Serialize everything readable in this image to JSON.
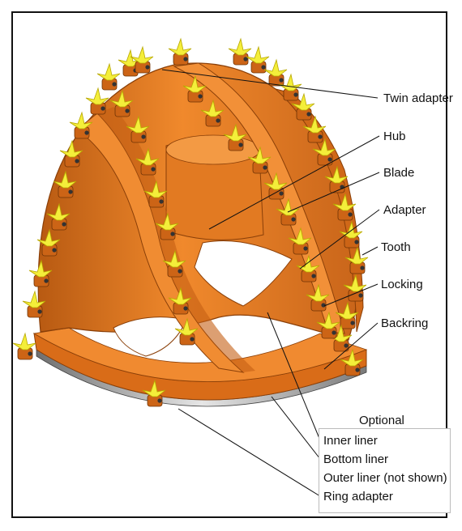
{
  "labels": {
    "twin_adapter": "Twin adapter",
    "hub": "Hub",
    "blade": "Blade",
    "adapter": "Adapter",
    "tooth": "Tooth",
    "locking": "Locking",
    "backring": "Backring"
  },
  "optional": {
    "title": "Optional",
    "items": [
      "Inner liner",
      "Bottom liner",
      "Outer liner (not shown)",
      "Ring adapter"
    ]
  },
  "colors": {
    "body": "#e0751e",
    "body_dark": "#a84f0e",
    "body_light": "#f49a3c",
    "tooth": "#f4ee3a",
    "tooth_edge": "#b8a800",
    "liner": "#9e9e9e",
    "adapter": "#cc6416"
  }
}
